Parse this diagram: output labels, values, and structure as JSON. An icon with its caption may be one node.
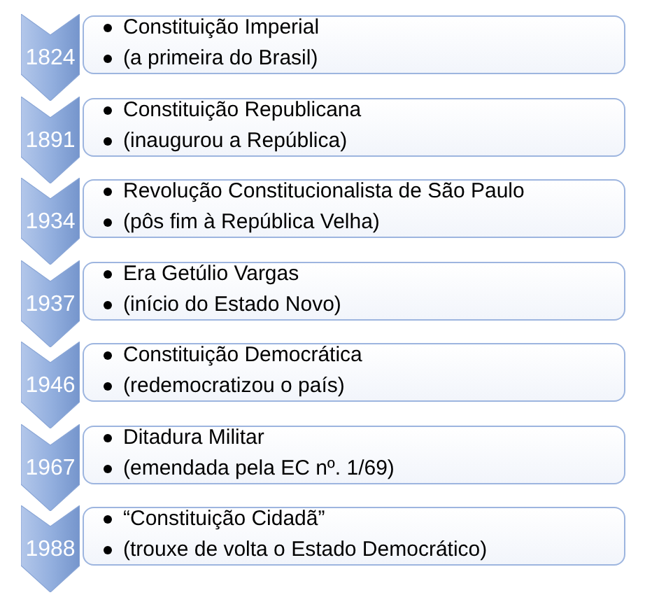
{
  "diagram": {
    "nodes": [
      {
        "text": [
          "1824"
        ]
      },
      {
        "text": [
          "Constituição Imperial",
          "(a primeira do Brasil)"
        ]
      },
      {
        "text": [
          "1891"
        ]
      },
      {
        "text": [
          "Constituição Republicana",
          "(inaugurou a República)"
        ]
      },
      {
        "text": [
          "1934"
        ]
      },
      {
        "text": [
          "Revolução Constitucionalista de São Paulo",
          "(pôs fim à República Velha)"
        ]
      },
      {
        "text": [
          "1937"
        ]
      },
      {
        "text": [
          "Era Getúlio Vargas",
          "(início do Estado Novo)"
        ]
      },
      {
        "text": [
          "1946"
        ]
      },
      {
        "text": [
          "Constituição Democrática",
          "(redemocratizou o país)"
        ]
      },
      {
        "text": [
          "1967"
        ]
      },
      {
        "text": [
          "Ditadura Militar",
          "(emendada pela EC nº. 1/69)"
        ]
      },
      {
        "text": [
          "1988"
        ]
      },
      {
        "text": [
          "“Constituição Cidadã”",
          "(trouxe de volta o Estado Democrático)"
        ]
      }
    ]
  }
}
